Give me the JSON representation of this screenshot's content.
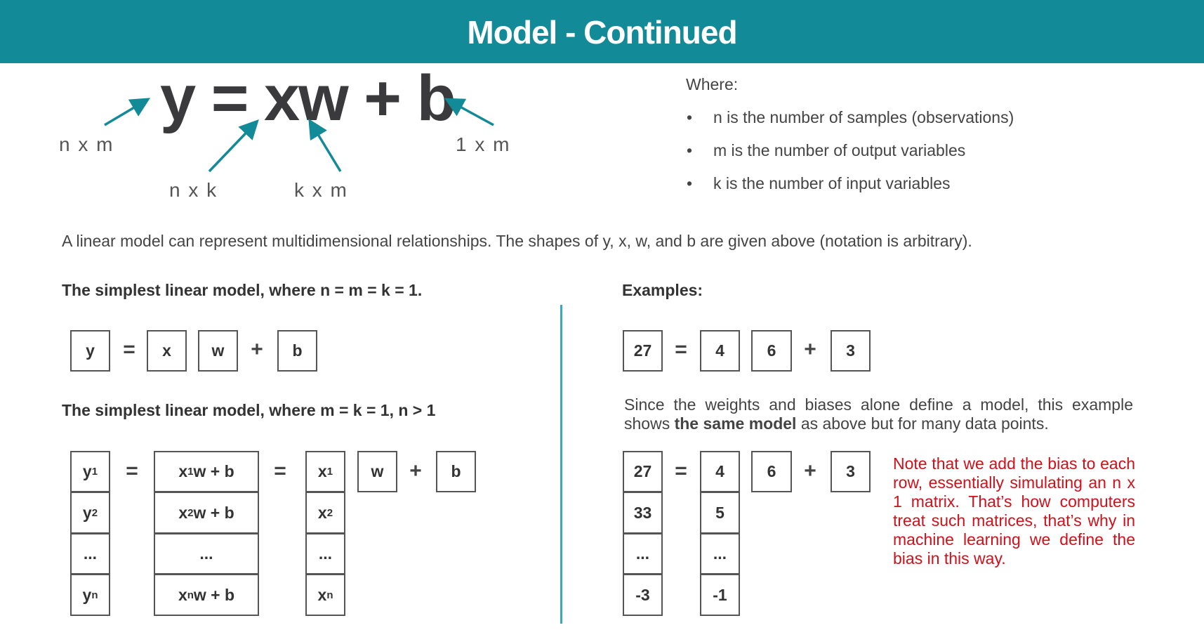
{
  "title": "Model - Continued",
  "equation": "y = xw + b",
  "shapes": {
    "y": "n x m",
    "x": "n x k",
    "w": "k x m",
    "b": "1 x m"
  },
  "where": {
    "label": "Where:",
    "items": [
      "n is the number of samples (observations)",
      "m is the number of output variables",
      "k is the number of input variables"
    ]
  },
  "description": "A linear model can represent multidimensional relationships. The shapes of y, x, w, and b are given above (notation is arbitrary).",
  "section1": {
    "heading": "The simplest linear model, where n = m = k = 1.",
    "y": "y",
    "eq": "=",
    "x": "x",
    "w": "w",
    "plus": "+",
    "b": "b"
  },
  "section2": {
    "heading": "The simplest linear model, where m = k = 1, n > 1",
    "y_col": [
      {
        "base": "y",
        "sub": "1"
      },
      {
        "base": "y",
        "sub": "2"
      },
      {
        "base": "...",
        "sub": ""
      },
      {
        "base": "y",
        "sub": "n"
      }
    ],
    "xwb_col": [
      {
        "base": "x",
        "sub": "1",
        "rest": "w + b"
      },
      {
        "base": "x",
        "sub": "2",
        "rest": "w + b"
      },
      {
        "base": "...",
        "sub": "",
        "rest": ""
      },
      {
        "base": "x",
        "sub": "n",
        "rest": "w + b"
      }
    ],
    "x_col": [
      {
        "base": "x",
        "sub": "1"
      },
      {
        "base": "x",
        "sub": "2"
      },
      {
        "base": "...",
        "sub": ""
      },
      {
        "base": "x",
        "sub": "n"
      }
    ],
    "eq": "=",
    "w": "w",
    "plus": "+",
    "b": "b"
  },
  "examples": {
    "heading": "Examples:",
    "single": {
      "y": "27",
      "eq": "=",
      "x": "4",
      "w": "6",
      "plus": "+",
      "b": "3"
    },
    "since_pre": "Since the weights and biases alone define a model, this example shows ",
    "since_bold": "the same model",
    "since_post": " as above but for many data points.",
    "y_col": [
      "27",
      "33",
      "...",
      "-3"
    ],
    "x_col": [
      "4",
      "5",
      "...",
      "-1"
    ],
    "eq": "=",
    "w": "6",
    "plus": "+",
    "b": "3",
    "note": "Note that we add the bias to each row, essentially simulating an n x 1 matrix. That’s how computers treat such matrices, that’s why in machine learning we define the bias in this way."
  },
  "colors": {
    "teal": "#138a97",
    "divider": "#3ba7c0",
    "note_red": "#d0101a"
  }
}
